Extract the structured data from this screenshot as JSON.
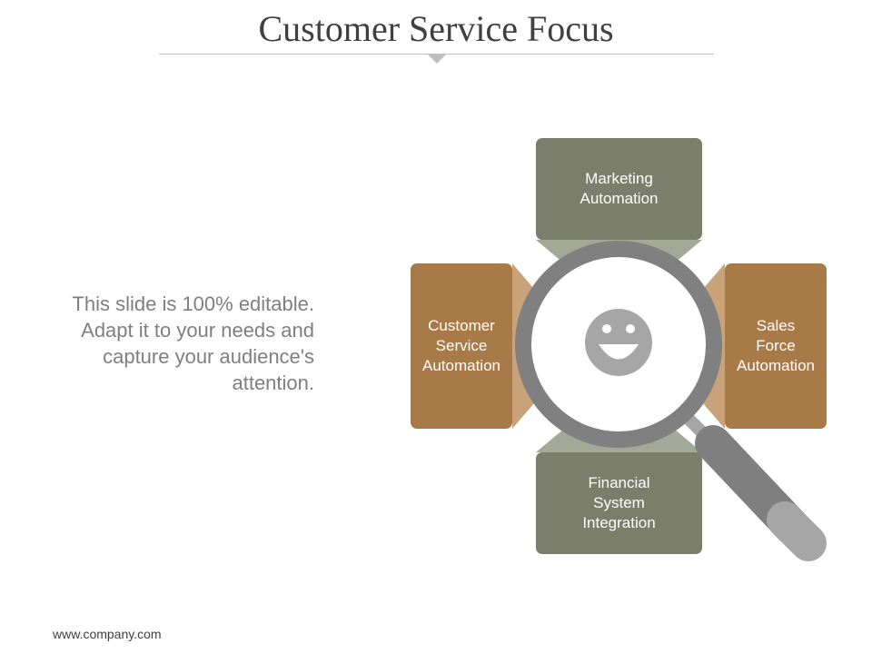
{
  "slide": {
    "title": "Customer Service Focus",
    "body_text": "This slide is 100% editable. Adapt it to your needs and capture your audience's attention.",
    "footer": "www.company.com"
  },
  "diagram": {
    "center_icon": "smiley-face-icon",
    "boxes": {
      "top": "Marketing\nAutomation",
      "left": "Customer\nService\nAutomation",
      "right": "Sales\nForce\nAutomation",
      "bottom": "Financial\nSystem\nIntegration"
    },
    "colors": {
      "olive_box": "#7b7e6b",
      "olive_connector": "#a3a897",
      "brown_box": "#a87a48",
      "brown_connector": "#c9a27a",
      "magnifier_ring": "#808080",
      "handle": "#7f7f7f",
      "handle_cap": "#a6a6a6",
      "smiley": "#a6a6a6"
    }
  }
}
